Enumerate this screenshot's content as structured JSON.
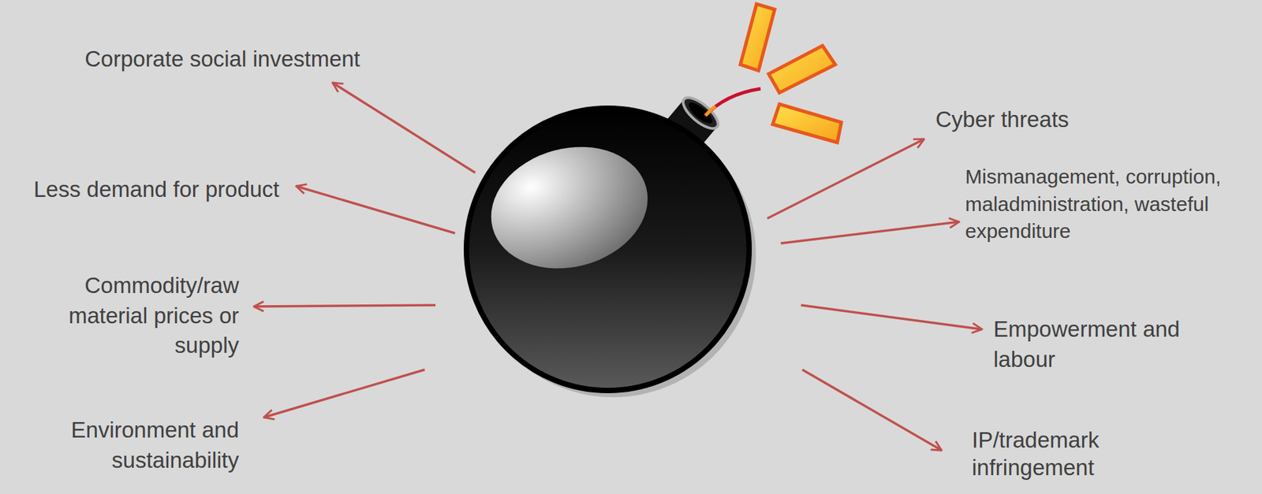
{
  "diagram": {
    "labels": [
      "Corporate social investment",
      "Less demand for product",
      "Commodity/raw material prices or supply",
      "Environment and sustainability",
      "Cyber threats",
      "Mismanagement, corruption, maladministration, wasteful expenditure",
      "Empowerment and labour",
      "IP/trademark infringement"
    ]
  }
}
